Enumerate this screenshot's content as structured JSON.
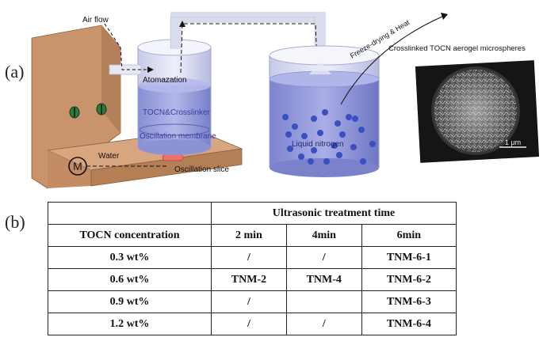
{
  "panel_a": {
    "label": "(a)",
    "air_flow": "Air flow",
    "atomization": "Atomazation",
    "solution": "TOCN&Crosslinker",
    "membrane": "Oscillation membrane",
    "water": "Water",
    "slice": "Oscillation slice",
    "motor": "M",
    "freeze": "Freeze-drying & Heat",
    "liquid_nitrogen": "Liquid nitrogen",
    "product": "Crosslinked TOCN aerogel microspheres",
    "scale": "1 μm"
  },
  "panel_b": {
    "label": "(b)",
    "group_header": "Ultrasonic treatment time",
    "row_header": "TOCN concentration",
    "columns": [
      "2 min",
      "4min",
      "6min"
    ],
    "rows": [
      {
        "conc": "0.3 wt%",
        "cells": [
          "/",
          "/",
          "TNM-6-1"
        ]
      },
      {
        "conc": "0.6 wt%",
        "cells": [
          "TNM-2",
          "TNM-4",
          "TNM-6-2"
        ]
      },
      {
        "conc": "0.9 wt%",
        "cells": [
          "/",
          "",
          "TNM-6-3"
        ]
      },
      {
        "conc": "1.2 wt%",
        "cells": [
          "/",
          "/",
          "TNM-6-4"
        ]
      }
    ]
  },
  "colors": {
    "machine": "#c9946b",
    "liquid": "#8f94d8",
    "bead": "#3a4fc0",
    "pipe": "#dde1ee"
  }
}
